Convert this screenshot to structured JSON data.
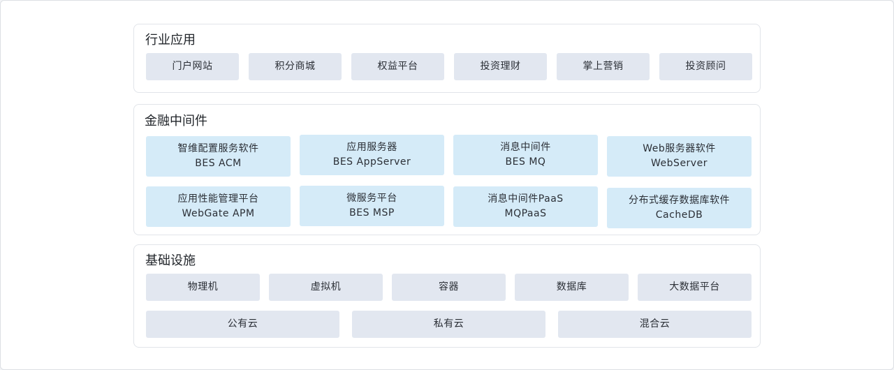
{
  "industry": {
    "title": "行业应用",
    "items": [
      "门户网站",
      "积分商城",
      "权益平台",
      "投资理财",
      "掌上营销",
      "投资顾问"
    ]
  },
  "middleware": {
    "title": "金融中间件",
    "items": [
      {
        "name": "智维配置服务软件",
        "product": "BES ACM"
      },
      {
        "name": "应用服务器",
        "product": "BES AppServer"
      },
      {
        "name": "消息中间件",
        "product": "BES MQ"
      },
      {
        "name": "Web服务器软件",
        "product": "WebServer"
      },
      {
        "name": "应用性能管理平台",
        "product": "WebGate APM"
      },
      {
        "name": "微服务平台",
        "product": "BES MSP"
      },
      {
        "name": "消息中间件PaaS",
        "product": "MQPaaS"
      },
      {
        "name": "分布式缓存数据库软件",
        "product": "CacheDB"
      }
    ]
  },
  "infrastructure": {
    "title": "基础设施",
    "items": [
      "物理机",
      "虚拟机",
      "容器",
      "数据库",
      "大数据平台"
    ],
    "clouds": [
      "公有云",
      "私有云",
      "混合云"
    ]
  },
  "colors": {
    "tile_gray": "#e2e7f0",
    "tile_blue": "#d5ebf8",
    "border": "#e1e4e9"
  }
}
